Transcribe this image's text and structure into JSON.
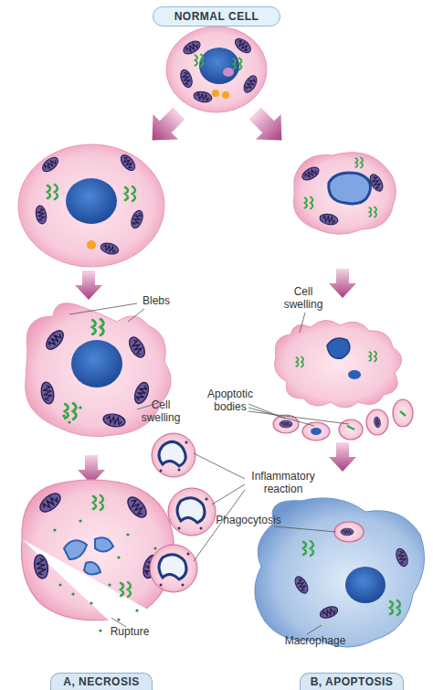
{
  "diagram": {
    "nodes": [
      {
        "text": [
          "NORMAL CELL"
        ]
      },
      {
        "text": [
          "A, NECROSIS"
        ]
      },
      {
        "text": [
          "B, APOPTOSIS"
        ]
      }
    ],
    "labels": [
      "Cell swelling",
      "Blebs",
      "Apoptotic bodies",
      "Cell swelling",
      "Inflammatory reaction",
      "Phagocytosis",
      "Rupture",
      "Macrophage"
    ]
  }
}
